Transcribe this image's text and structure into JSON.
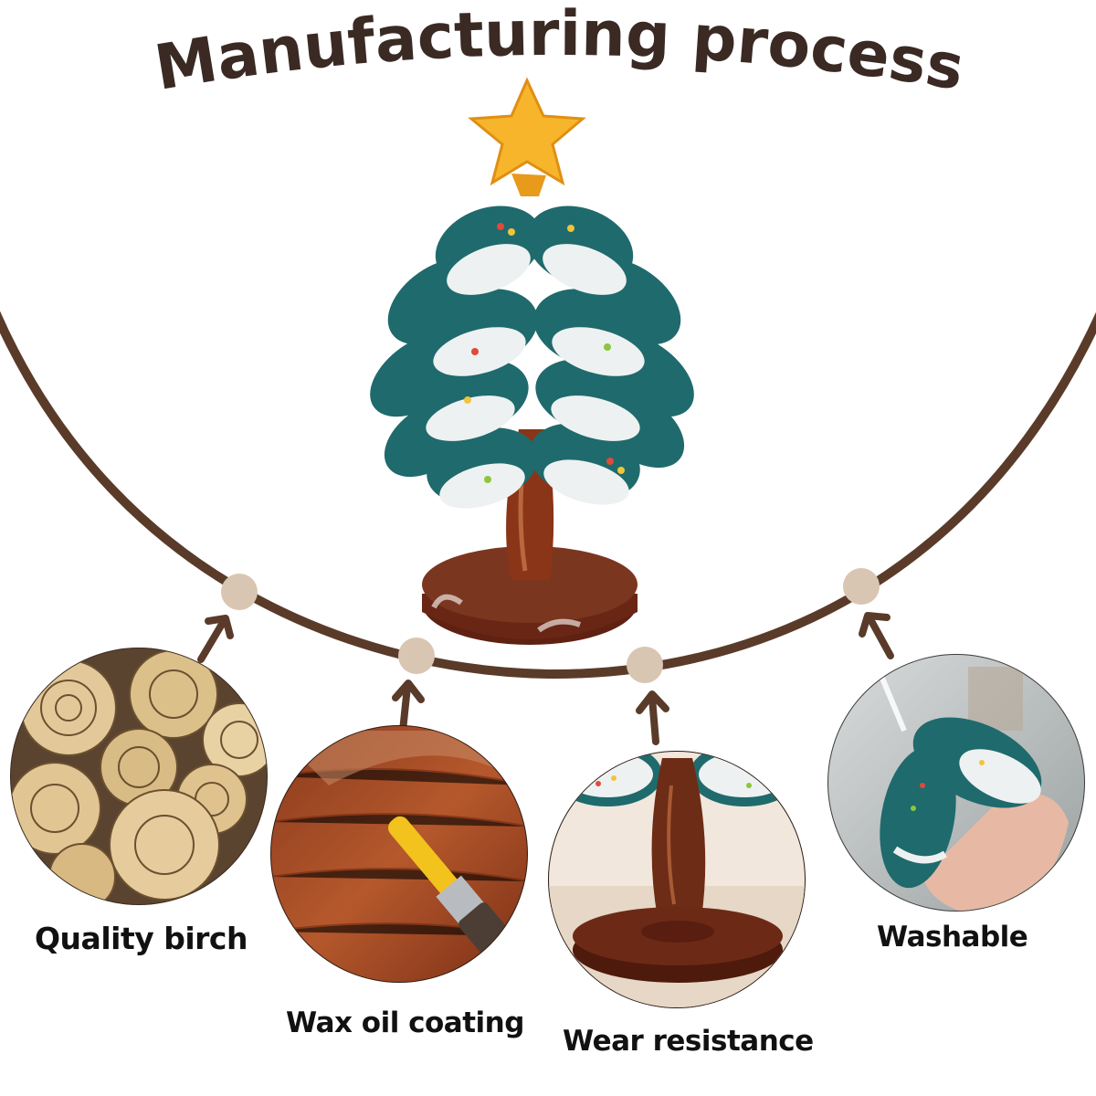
{
  "title": "Manufacturing process",
  "colors": {
    "arc": "#5a3b29",
    "node": "#d8c6b2",
    "title": "#3a2a23",
    "tree_green": "#1f6a6c",
    "star": "#f7b52c",
    "wood_dark": "#6a2c1a"
  },
  "features": [
    {
      "label": "Quality birch",
      "icon": "log-stack-icon"
    },
    {
      "label": "Wax oil coating",
      "icon": "brush-icon"
    },
    {
      "label": "Wear resistance",
      "icon": "tree-base-icon"
    },
    {
      "label": "Washable",
      "icon": "water-tap-icon"
    }
  ]
}
